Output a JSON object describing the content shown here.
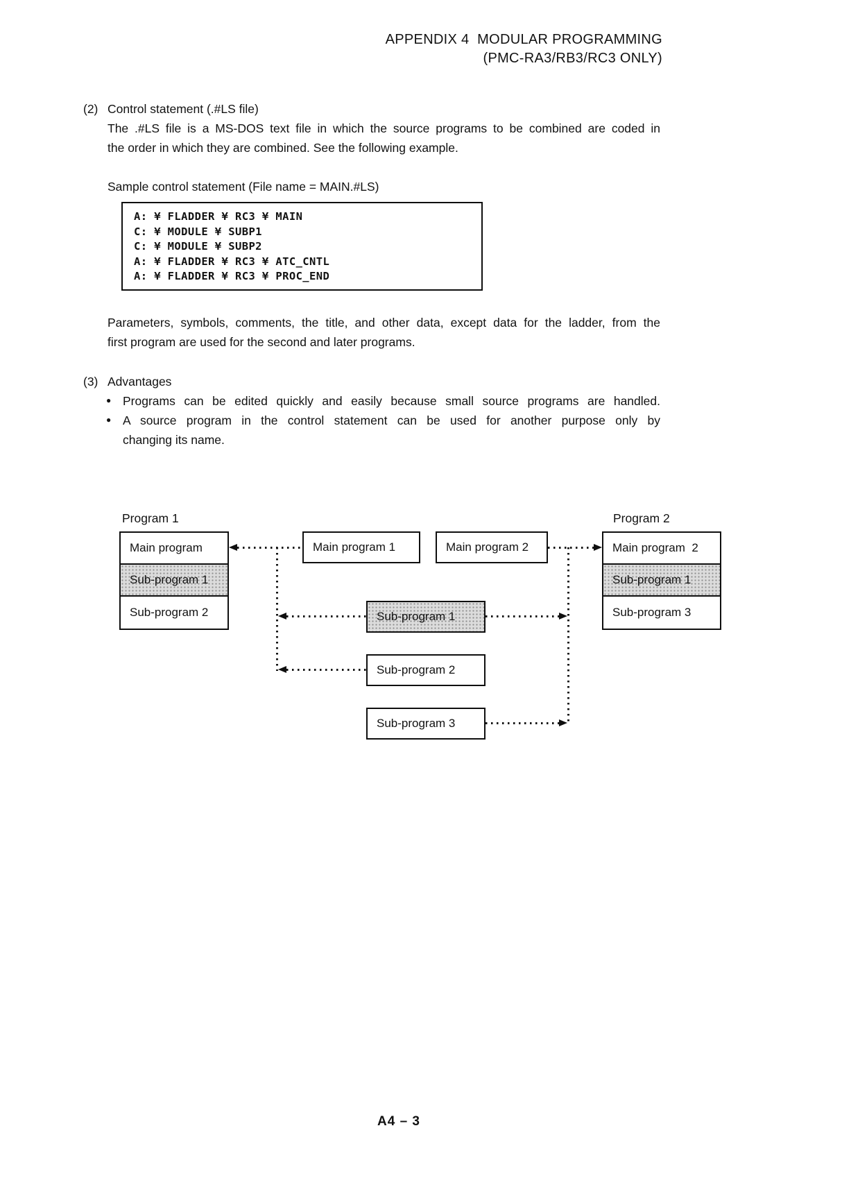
{
  "header": {
    "line1": "APPENDIX 4  MODULAR PROGRAMMING",
    "line2": "(PMC-RA3/RB3/RC3 ONLY)"
  },
  "bullet_glyph": "●",
  "section2": {
    "number": "(2)",
    "title": "Control statement (.#LS file)",
    "body_line1": "The .#LS file is a MS-DOS text file in which the source programs to be combined are coded in",
    "body_line2": "the order in which they are combined.  See the following example.",
    "sample_caption": "Sample control statement (File name = MAIN.#LS)",
    "code_lines": [
      "A: ¥ FLADDER ¥ RC3 ¥ MAIN",
      "C: ¥ MODULE ¥ SUBP1",
      "C: ¥ MODULE ¥ SUBP2",
      "A: ¥ FLADDER ¥ RC3 ¥ ATC_CNTL",
      "A: ¥ FLADDER ¥ RC3 ¥ PROC_END"
    ],
    "note_line1": "Parameters, symbols, comments, the title, and other data, except data for the ladder, from the",
    "note_line2": "first program are used for the second and later programs."
  },
  "section3": {
    "number": "(3)",
    "title": "Advantages",
    "bullet1": "Programs can be edited quickly and easily because small source programs are handled.",
    "bullet2_line1": "A source program in the control statement can be used for another purpose only by",
    "bullet2_line2": "changing its name."
  },
  "diagram": {
    "program1_label": "Program 1",
    "program2_label": "Program 2",
    "program1_stack": [
      "Main program",
      "Sub-program 1",
      "Sub-program 2"
    ],
    "middle_main1": "Main program 1",
    "middle_main2": "Main program 2",
    "middle_sub1": "Sub-program 1",
    "middle_sub2": "Sub-program 2",
    "middle_sub3": "Sub-program 3",
    "program2_stack": [
      "Main program  2",
      "Sub-program 1",
      "Sub-program 3"
    ]
  },
  "footer": {
    "page_number": "A4 – 3"
  }
}
